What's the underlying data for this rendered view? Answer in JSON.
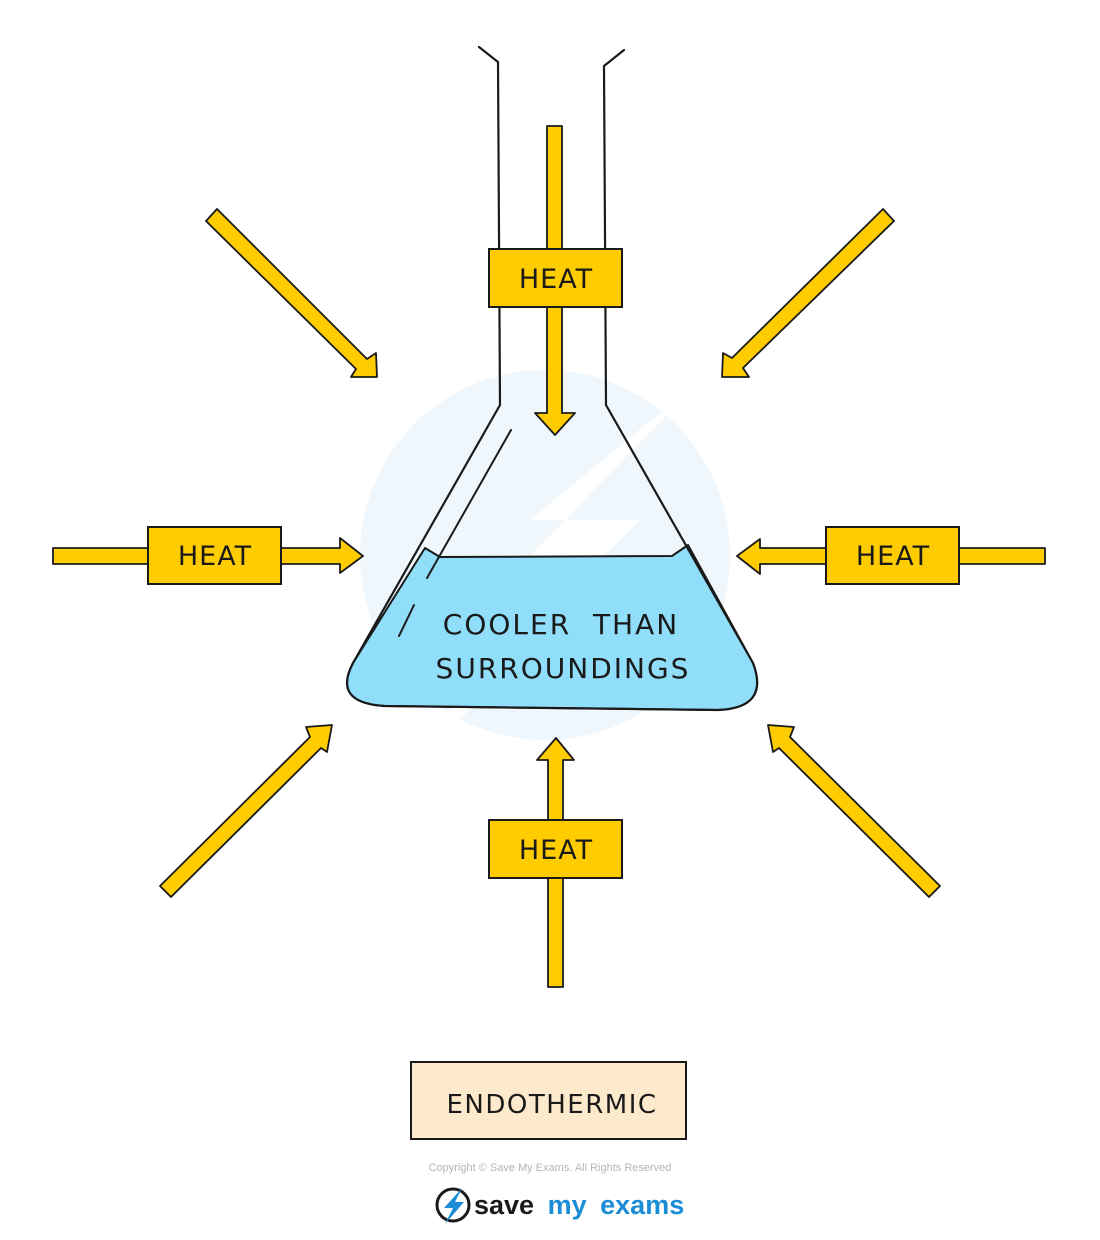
{
  "diagram": {
    "heat_labels": {
      "top": "HEAT",
      "left": "HEAT",
      "right": "HEAT",
      "bottom": "HEAT"
    },
    "flask_label_line1": "COOLER  THAN",
    "flask_label_line2": "SURROUNDINGS",
    "process_label": "ENDOTHERMIC"
  },
  "footer": {
    "copyright": "Copyright © Save My Exams. All Rights Reserved",
    "brand_save": "save",
    "brand_my": "my",
    "brand_exams": "exams",
    "logo_icon": "lightning-bolt-icon"
  },
  "colors": {
    "arrow_fill": "#FFCC00",
    "arrow_stroke": "#1a1a1a",
    "liquid": "#90DEF9",
    "process_box": "#FDE9CC",
    "brand_blue": "#1B8DD6",
    "brand_dark": "#1a1a1a"
  }
}
